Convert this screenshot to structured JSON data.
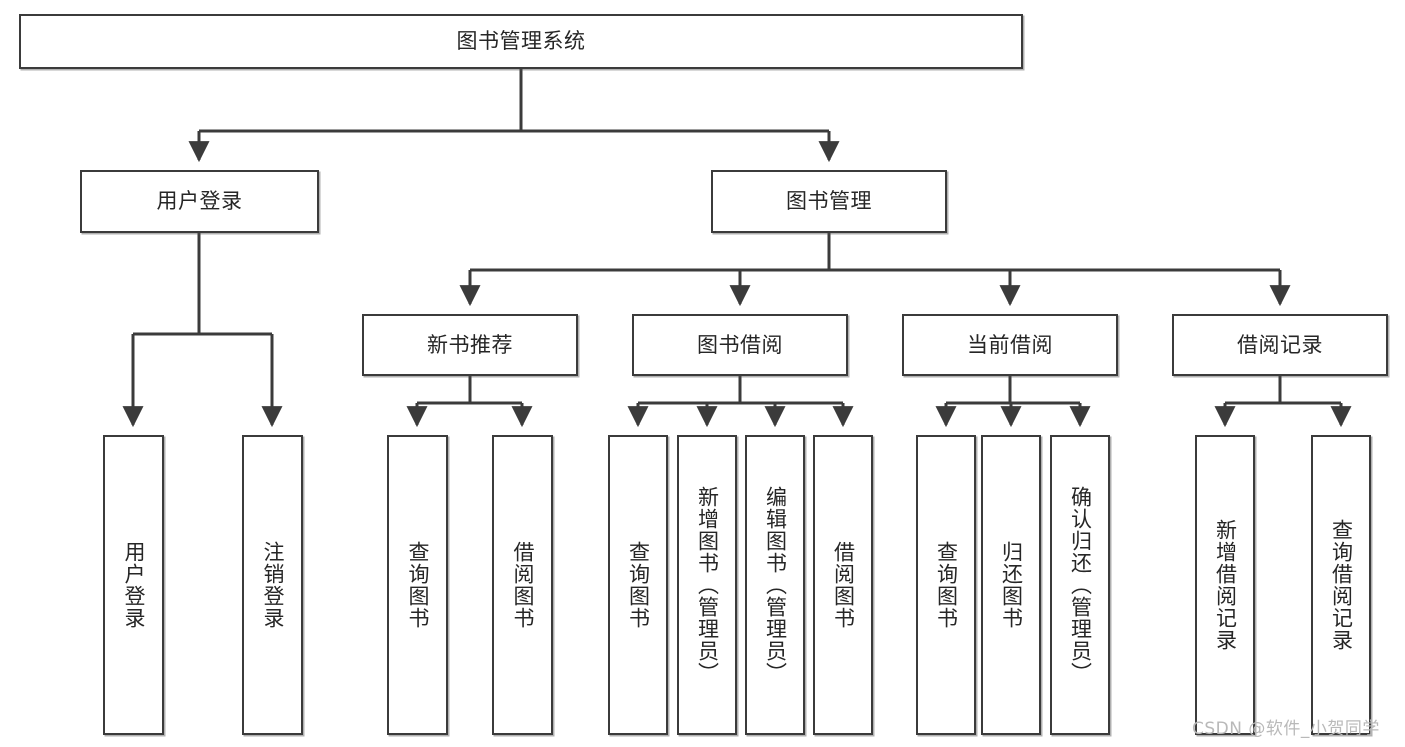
{
  "diagram": {
    "title": "图书管理系统",
    "type": "tree-hierarchy-diagram",
    "watermark": "CSDN @软件_小贺同学",
    "colors": {
      "box_border": "#3b3b3b",
      "box_fill": "#ffffff",
      "connector": "#3b3b3b",
      "text": "#262626",
      "watermark": "#b9b9b9"
    },
    "nodes": {
      "root": {
        "label": "图书管理系统"
      },
      "level2": [
        {
          "id": "user-login",
          "label": "用户登录"
        },
        {
          "id": "book-manage",
          "label": "图书管理"
        }
      ],
      "level3": [
        {
          "id": "new-book-recommend",
          "label": "新书推荐"
        },
        {
          "id": "book-borrow",
          "label": "图书借阅"
        },
        {
          "id": "current-borrow",
          "label": "当前借阅"
        },
        {
          "id": "borrow-record",
          "label": "借阅记录"
        }
      ],
      "leaves": {
        "user_login": [
          {
            "id": "leaf-user-login",
            "label": "用户登录"
          },
          {
            "id": "leaf-logout-login",
            "label": "注销登录"
          }
        ],
        "new_book_recommend": [
          {
            "id": "leaf-query-book-1",
            "label": "查询图书"
          },
          {
            "id": "leaf-borrow-book-1",
            "label": "借阅图书"
          }
        ],
        "book_borrow": [
          {
            "id": "leaf-query-book-2",
            "label": "查询图书"
          },
          {
            "id": "leaf-add-book",
            "label": "新增图书（管理员）"
          },
          {
            "id": "leaf-edit-book",
            "label": "编辑图书（管理员）"
          },
          {
            "id": "leaf-borrow-book-2",
            "label": "借阅图书"
          }
        ],
        "current_borrow": [
          {
            "id": "leaf-query-book-3",
            "label": "查询图书"
          },
          {
            "id": "leaf-return-book",
            "label": "归还图书"
          },
          {
            "id": "leaf-confirm-return",
            "label": "确认归还（管理员）"
          }
        ],
        "borrow_record": [
          {
            "id": "leaf-add-record",
            "label": "新增借阅记录"
          },
          {
            "id": "leaf-query-record",
            "label": "查询借阅记录"
          }
        ]
      }
    }
  }
}
